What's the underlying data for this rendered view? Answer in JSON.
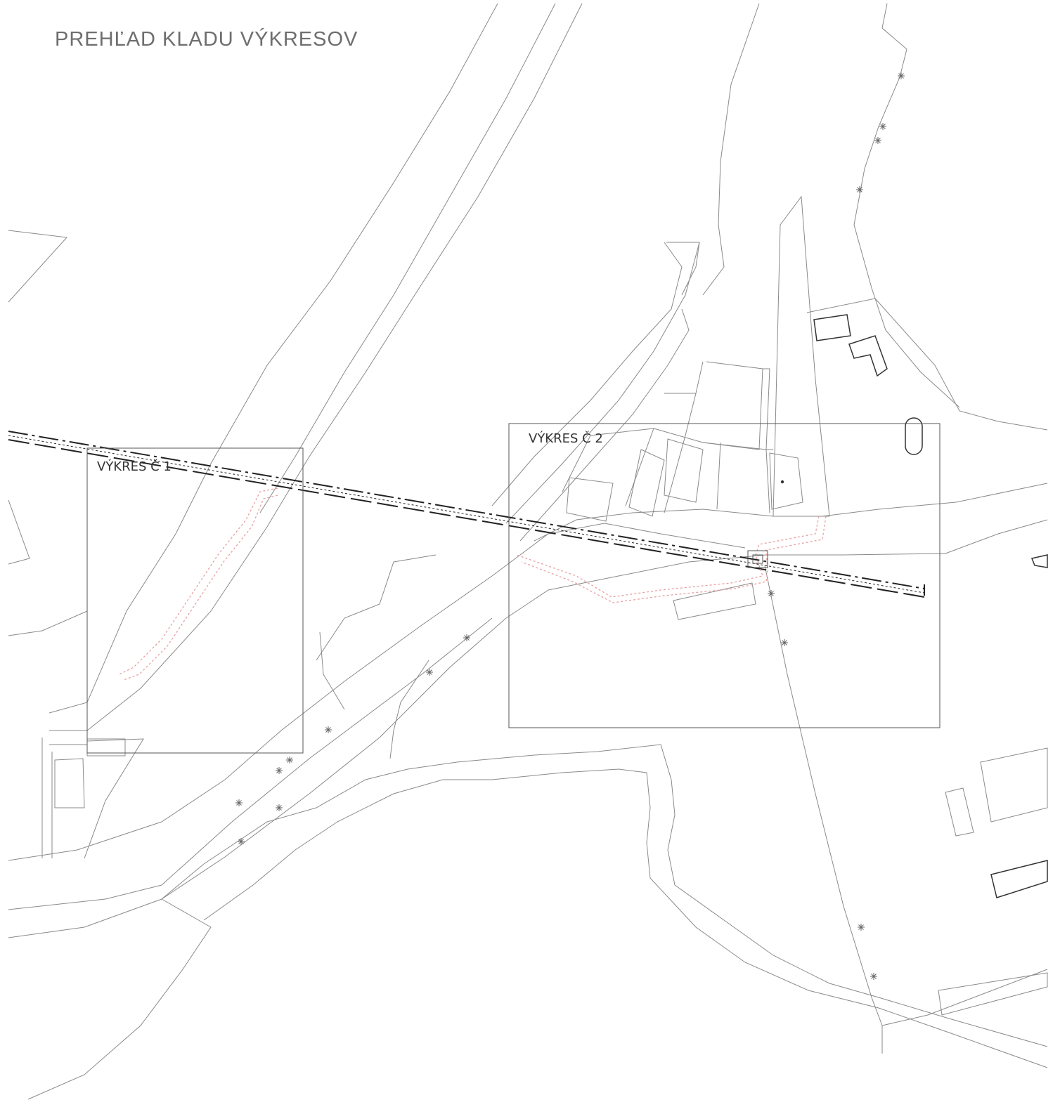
{
  "title": "PREHĽAD KLADU VÝKRESOV",
  "sheets": [
    {
      "id": "1",
      "label": "VÝKRES Č 1"
    },
    {
      "id": "2",
      "label": "VÝKRES Č 2"
    }
  ],
  "colors": {
    "background": "#ffffff",
    "parcel_lines": "#8a8a8a",
    "buildings": "#333333",
    "utility_line": "#222222",
    "proposed_route": "#e8a0a0",
    "sheet_frame": "#555555",
    "title_text": "#6e6e6e"
  },
  "symbols": {
    "fence_marker": "asterisk-icon",
    "proposed_route": "dotted-red-route"
  }
}
